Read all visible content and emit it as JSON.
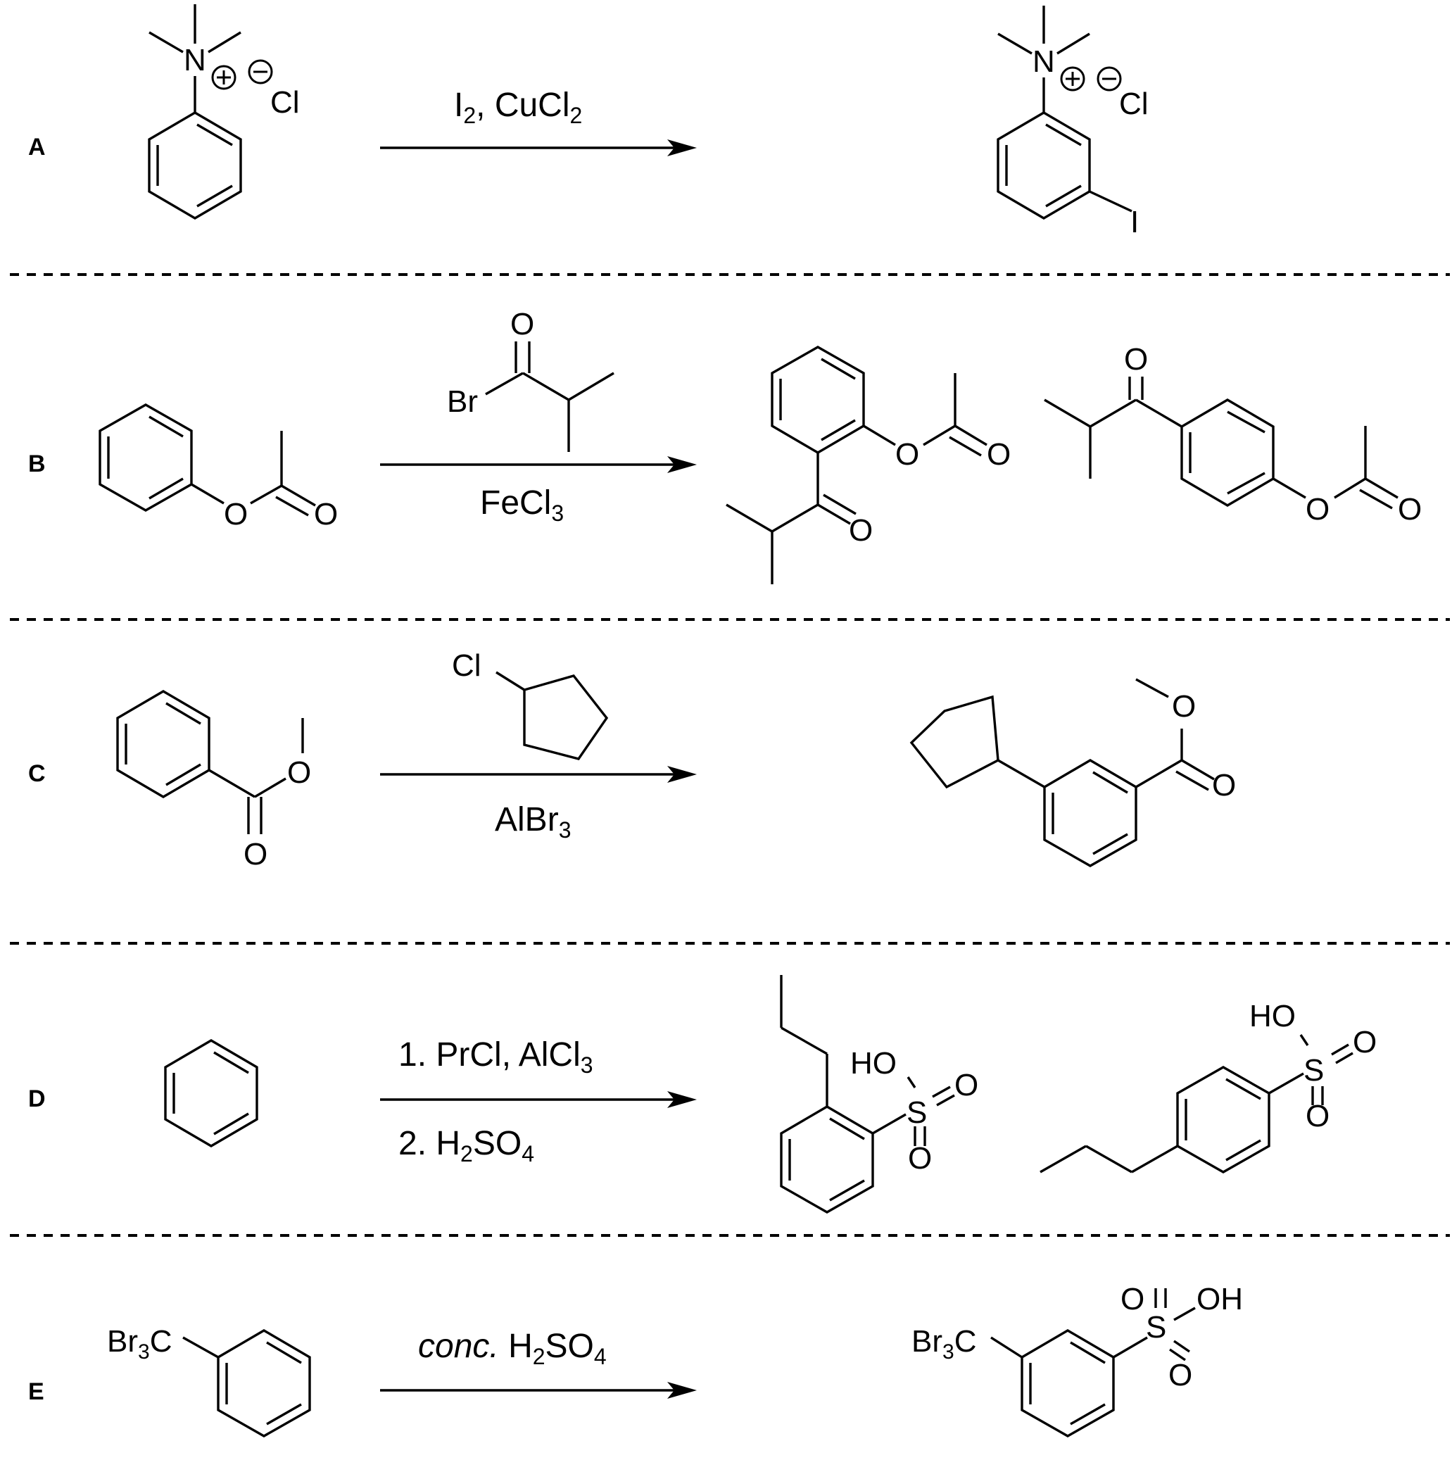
{
  "reactions": [
    {
      "label": "A",
      "conditions_above": "I2, CuCl2",
      "conditions_below": "",
      "reactant": {
        "atoms": [
          "N",
          "Cl"
        ],
        "charges": [
          "+",
          "−"
        ]
      },
      "product": {
        "atoms": [
          "N",
          "Cl",
          "I"
        ],
        "charges": [
          "+",
          "−"
        ]
      }
    },
    {
      "label": "B",
      "conditions_above_atoms": [
        "O",
        "Br"
      ],
      "conditions_below": "FeCl3",
      "reactant": {
        "atoms": [
          "O",
          "O"
        ]
      },
      "products": [
        {
          "atoms": [
            "O",
            "O",
            "O"
          ]
        },
        {
          "atoms": [
            "O",
            "O",
            "O"
          ]
        }
      ]
    },
    {
      "label": "C",
      "conditions_above_atoms": [
        "Cl"
      ],
      "conditions_below": "AlBr3",
      "reactant": {
        "atoms": [
          "O",
          "O"
        ]
      },
      "product": {
        "atoms": [
          "O",
          "O"
        ]
      }
    },
    {
      "label": "D",
      "conditions_above": "1. PrCl, AlCl3",
      "conditions_below": "2. H2SO4",
      "products": [
        {
          "atoms": [
            "HO",
            "S",
            "O",
            "O"
          ]
        },
        {
          "atoms": [
            "HO",
            "S",
            "O",
            "O"
          ]
        }
      ]
    },
    {
      "label": "E",
      "conditions_above_italic": "conc.",
      "conditions_above": "H2SO4",
      "reactant": {
        "atoms": [
          "Br3C"
        ]
      },
      "product": {
        "atoms": [
          "Br3C",
          "S",
          "OH",
          "O",
          "O"
        ]
      }
    }
  ]
}
